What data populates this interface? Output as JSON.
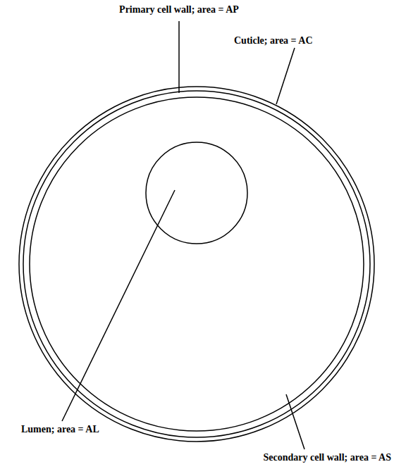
{
  "diagram": {
    "labels": [
      "Primary cell wall; area = AP",
      "Cuticle; area = AC",
      "Lumen; area = AL",
      "Secondary cell wall; area = AS"
    ]
  }
}
